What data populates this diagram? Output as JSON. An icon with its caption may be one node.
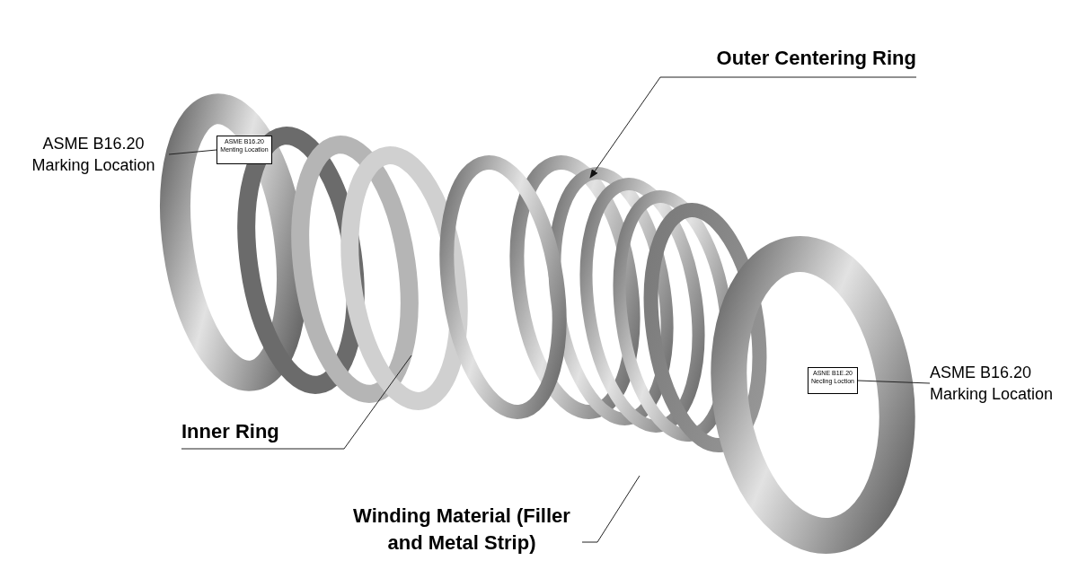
{
  "diagram": {
    "nodes": [
      {
        "text": [
          "ASME B16.20 Marking Location"
        ]
      },
      {
        "text": [
          "ASME B16.20 Menting Location"
        ]
      },
      {
        "text": [
          "Outer Centering Ring"
        ]
      },
      {
        "text": [
          "Inner Ring"
        ]
      },
      {
        "text": [
          "Winding Material (Filler and Metal Strip)"
        ]
      },
      {
        "text": [
          "ASNE B1E.20 Necling Loction"
        ]
      },
      {
        "text": [
          "ASME B16.20 Marking Location"
        ]
      }
    ],
    "edges": [
      {
        "from": 0,
        "to": 1,
        "arrow": "none"
      },
      {
        "from": 2,
        "to": null,
        "arrow": "to"
      },
      {
        "from": 3,
        "to": null,
        "arrow": "none"
      },
      {
        "from": 4,
        "to": null,
        "arrow": "none"
      },
      {
        "from": 6,
        "to": 5,
        "arrow": "none"
      }
    ]
  }
}
